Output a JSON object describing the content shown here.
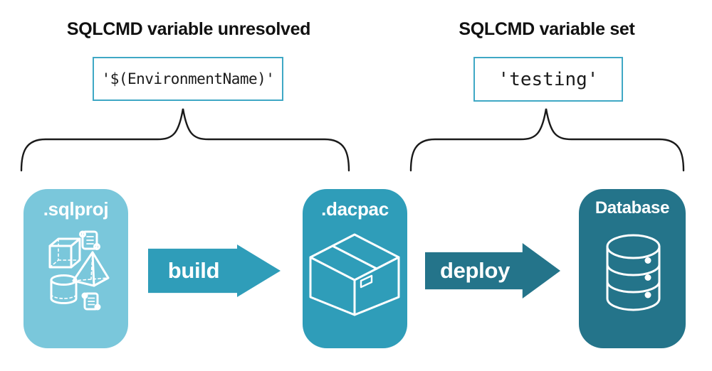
{
  "diagram": {
    "left_annotation": {
      "title": "SQLCMD variable unresolved",
      "code": "'$(EnvironmentName)'"
    },
    "right_annotation": {
      "title": "SQLCMD variable set",
      "code": "'testing'"
    },
    "stages": [
      {
        "label": ".sqlproj",
        "icon": "sql-objects-icon",
        "color": "#7AC7DB"
      },
      {
        "label": ".dacpac",
        "icon": "package-icon",
        "color": "#2F9DB9"
      },
      {
        "label": "Database",
        "icon": "database-icon",
        "color": "#24748A"
      }
    ],
    "arrows": [
      {
        "label": "build",
        "color": "#2F9DB9"
      },
      {
        "label": "deploy",
        "color": "#24748A"
      }
    ],
    "colors": {
      "code_box_border": "#3FA8C5",
      "heading_text": "#111111",
      "brace": "#1A1A1A",
      "card_text": "#FFFFFF",
      "background": "#FFFFFF"
    }
  }
}
